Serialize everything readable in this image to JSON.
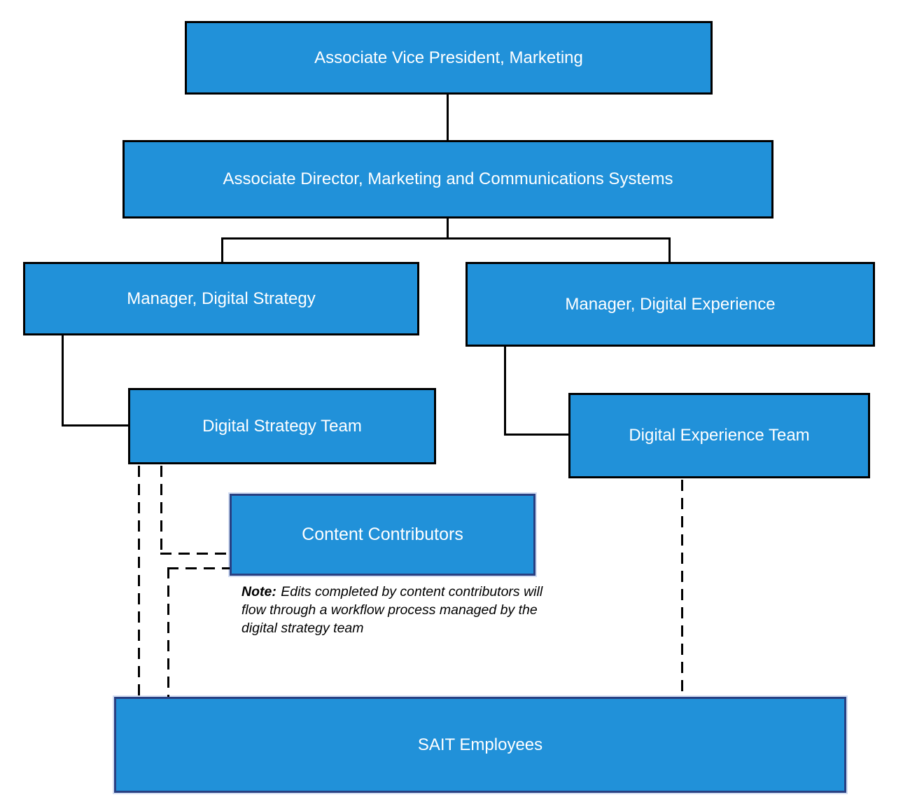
{
  "diagram": {
    "type": "org-chart",
    "nodes": {
      "avp": {
        "label": "Associate Vice President, Marketing"
      },
      "ad": {
        "label": "Associate Director, Marketing and Communications Systems"
      },
      "mgrds": {
        "label": "Manager, Digital Strategy"
      },
      "mgrde": {
        "label": "Manager, Digital Experience"
      },
      "dst": {
        "label": "Digital Strategy Team"
      },
      "det": {
        "label": "Digital Experience Team"
      },
      "cc": {
        "label": "Content Contributors"
      },
      "sait": {
        "label": "SAIT Employees"
      }
    },
    "edges": [
      {
        "from": "Associate Vice President, Marketing",
        "to": "Associate Director, Marketing and Communications Systems",
        "style": "solid"
      },
      {
        "from": "Associate Director, Marketing and Communications Systems",
        "to": "Manager, Digital Strategy",
        "style": "solid"
      },
      {
        "from": "Associate Director, Marketing and Communications Systems",
        "to": "Manager, Digital Experience",
        "style": "solid"
      },
      {
        "from": "Manager, Digital Strategy",
        "to": "Digital Strategy Team",
        "style": "solid"
      },
      {
        "from": "Manager, Digital Experience",
        "to": "Digital Experience Team",
        "style": "solid"
      },
      {
        "from": "Digital Strategy Team",
        "to": "SAIT Employees",
        "style": "dashed"
      },
      {
        "from": "Digital Strategy Team",
        "to": "Content Contributors",
        "style": "dashed"
      },
      {
        "from": "Content Contributors",
        "to": "SAIT Employees",
        "style": "dashed"
      },
      {
        "from": "Digital Experience Team",
        "to": "SAIT Employees",
        "style": "dashed"
      }
    ],
    "note": {
      "prefix": "Note:",
      "body": "Edits completed by content contributors will flow through a workflow process managed by the digital strategy team"
    },
    "colors": {
      "node_fill": "#2191D9",
      "node_border_black": "#000000",
      "node_border_navy": "#284082",
      "node_text": "#FFFFFF",
      "connector": "#000000"
    }
  }
}
